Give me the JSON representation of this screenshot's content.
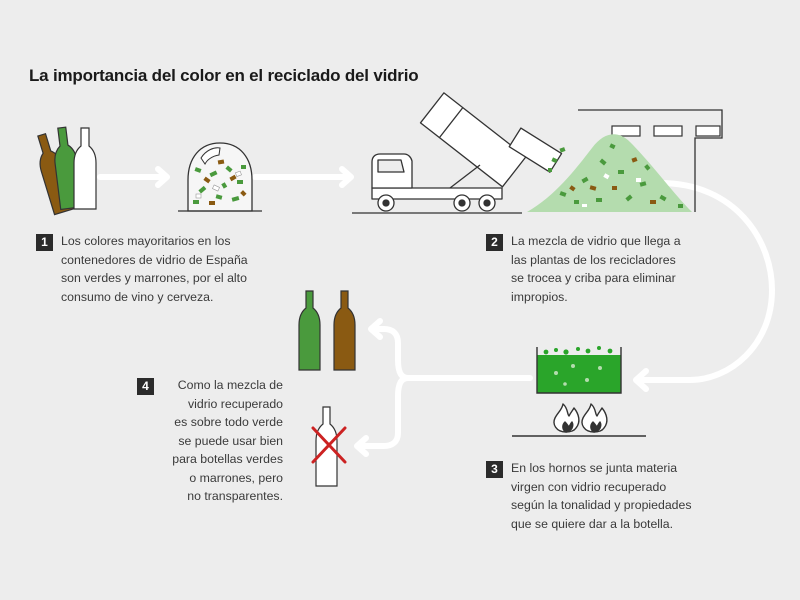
{
  "title": "La importancia del color en el reciclado del vidrio",
  "steps": [
    {
      "number": "1",
      "lines": [
        "Los colores mayoritarios en los",
        "contenedores de vidrio de España",
        "son verdes y marrones, por el alto",
        "consumo de vino y cerveza."
      ]
    },
    {
      "number": "2",
      "lines": [
        "La mezcla de vidrio que llega a",
        "las plantas de los recicladores",
        "se trocea y criba para eliminar",
        "impropios."
      ]
    },
    {
      "number": "3",
      "lines": [
        "En los hornos se junta materia",
        "virgen con vidrio recuperado",
        "según la tonalidad y propiedades",
        "que se quiere dar a la botella."
      ]
    },
    {
      "number": "4",
      "lines": [
        "Como la mezcla de",
        "vidrio recuperado",
        "es sobre todo verde",
        "se puede usar bien",
        "para botellas verdes",
        "o marrones, pero",
        "no transparentes."
      ]
    }
  ],
  "colors": {
    "background": "#ededed",
    "green_glass": "#4a9a3d",
    "brown_glass": "#8a5a12",
    "clear_glass": "#ffffff",
    "pile_green": "#b4dcae",
    "molten_glass": "#2aa52a",
    "flow_arrow": "#ffffff",
    "cross": "#cc2222",
    "outline": "#333333"
  },
  "icons": [
    "bottles-icon",
    "glass-container-icon",
    "dump-truck-icon",
    "recycling-plant-icon",
    "furnace-icon",
    "flame-icon",
    "arrow-icon",
    "cross-icon"
  ]
}
